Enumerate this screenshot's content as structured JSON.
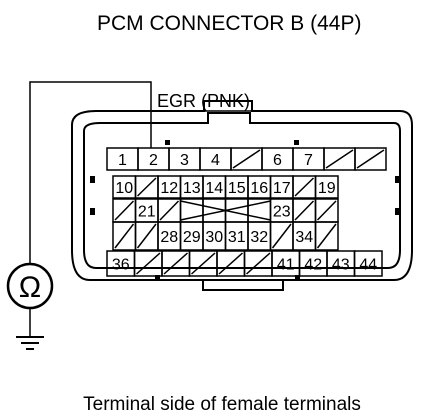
{
  "title": "PCM CONNECTOR B (44P)",
  "wire_label": "EGR (PNK)",
  "ohmmeter_symbol": "Ω",
  "caption": "Terminal side of female terminals",
  "terminals": {
    "row1": [
      "1",
      "2",
      "3",
      "4",
      "",
      "6",
      "7",
      "",
      ""
    ],
    "row2": [
      "10",
      "",
      "12",
      "13",
      "14",
      "15",
      "16",
      "17",
      "",
      "19"
    ],
    "row3": [
      "",
      "21",
      "",
      "",
      "",
      "",
      "",
      "23",
      "",
      ""
    ],
    "row4": [
      "",
      "",
      "28",
      "29",
      "30",
      "31",
      "32",
      "",
      "34",
      ""
    ],
    "row5": [
      "36",
      "",
      "",
      "",
      "",
      "",
      "41",
      "42",
      "43",
      "44"
    ]
  },
  "probe_terminal": "2"
}
